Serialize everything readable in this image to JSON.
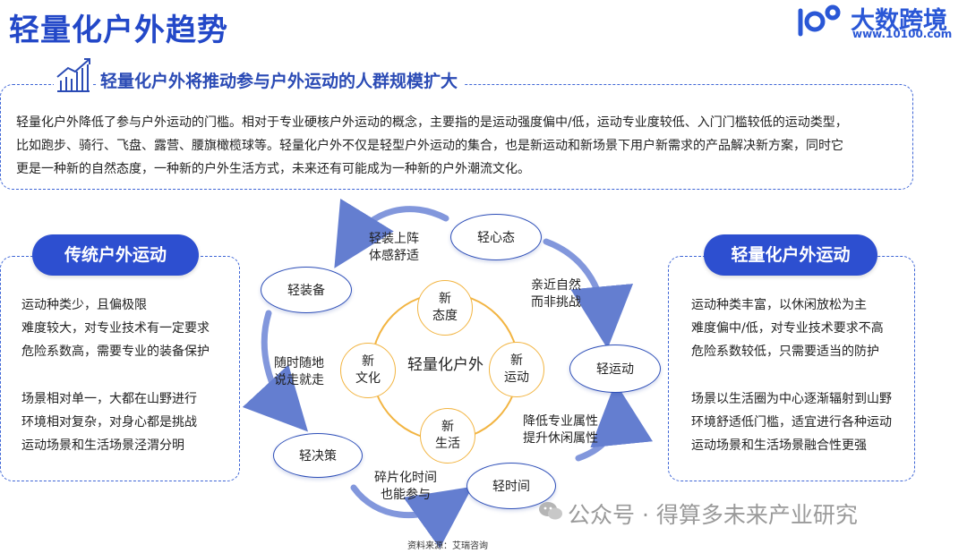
{
  "header": {
    "title": "轻量化户外趋势",
    "logo_text": "大数跨境",
    "logo_url": "www.10100.com"
  },
  "subtitle": "轻量化户外将推动参与户外运动的人群规模扩大",
  "intro": [
    "轻量化户外降低了参与户外运动的门槛。相对于专业硬核户外运动的概念，主要指的是运动强度偏中/低，运动专业度较低、入门门槛较低的运动类型，",
    "比如跑步、骑行、飞盘、露营、腰旗橄榄球等。轻量化户外不仅是轻型户外运动的集合，也是新运动和新场景下用户新需求的产品解决新方案，同时它",
    "更是一种新的自然态度，一种新的户外生活方式，未来还有可能成为一种新的户外潮流文化。"
  ],
  "left_panel": {
    "heading": "传统户外运动",
    "group1": [
      "运动种类少，且偏极限",
      "难度较大，对专业技术有一定要求",
      "危险系数高，需要专业的装备保护"
    ],
    "group2": [
      "场景相对单一，大都在山野进行",
      "环境相对复杂，对身心都是挑战",
      "运动场景和生活场景泾渭分明"
    ]
  },
  "right_panel": {
    "heading": "轻量化户外运动",
    "group1": [
      "运动种类丰富，以休闲放松为主",
      "难度偏中/低，对专业技术要求不高",
      "危险系数较低，只需要适当的防护"
    ],
    "group2": [
      "场景以生活圈为中心逐渐辐射到山野",
      "环境舒适低门槛，适宜进行各种运动",
      "运动场景和生活场景融合性更强"
    ]
  },
  "diagram": {
    "center": "轻量化户外",
    "inner": {
      "top": [
        "新",
        "态度"
      ],
      "left": [
        "新",
        "文化"
      ],
      "right": [
        "新",
        "运动"
      ],
      "bottom": [
        "新",
        "生活"
      ]
    },
    "outer": {
      "xin": "轻心态",
      "zhuangbei": "轻装备",
      "yundong": "轻运动",
      "juece": "轻决策",
      "shijian": "轻时间"
    },
    "labels": {
      "top_left": [
        "轻装上阵",
        "体感舒适"
      ],
      "top_right": [
        "亲近自然",
        "而非挑战"
      ],
      "left": [
        "随时随地",
        "说走就走"
      ],
      "bottom_right": [
        "降低专业属性",
        "提升休闲属性"
      ],
      "bottom": [
        "碎片化时间",
        "也能参与"
      ]
    },
    "colors": {
      "outer_ring": "#2e4fb8",
      "inner_ring": "#f2b441",
      "arrow": "#4a68c8"
    }
  },
  "source": "资料来源：艾瑞咨询",
  "watermark": "公众号 · 得算多未来产业研究"
}
